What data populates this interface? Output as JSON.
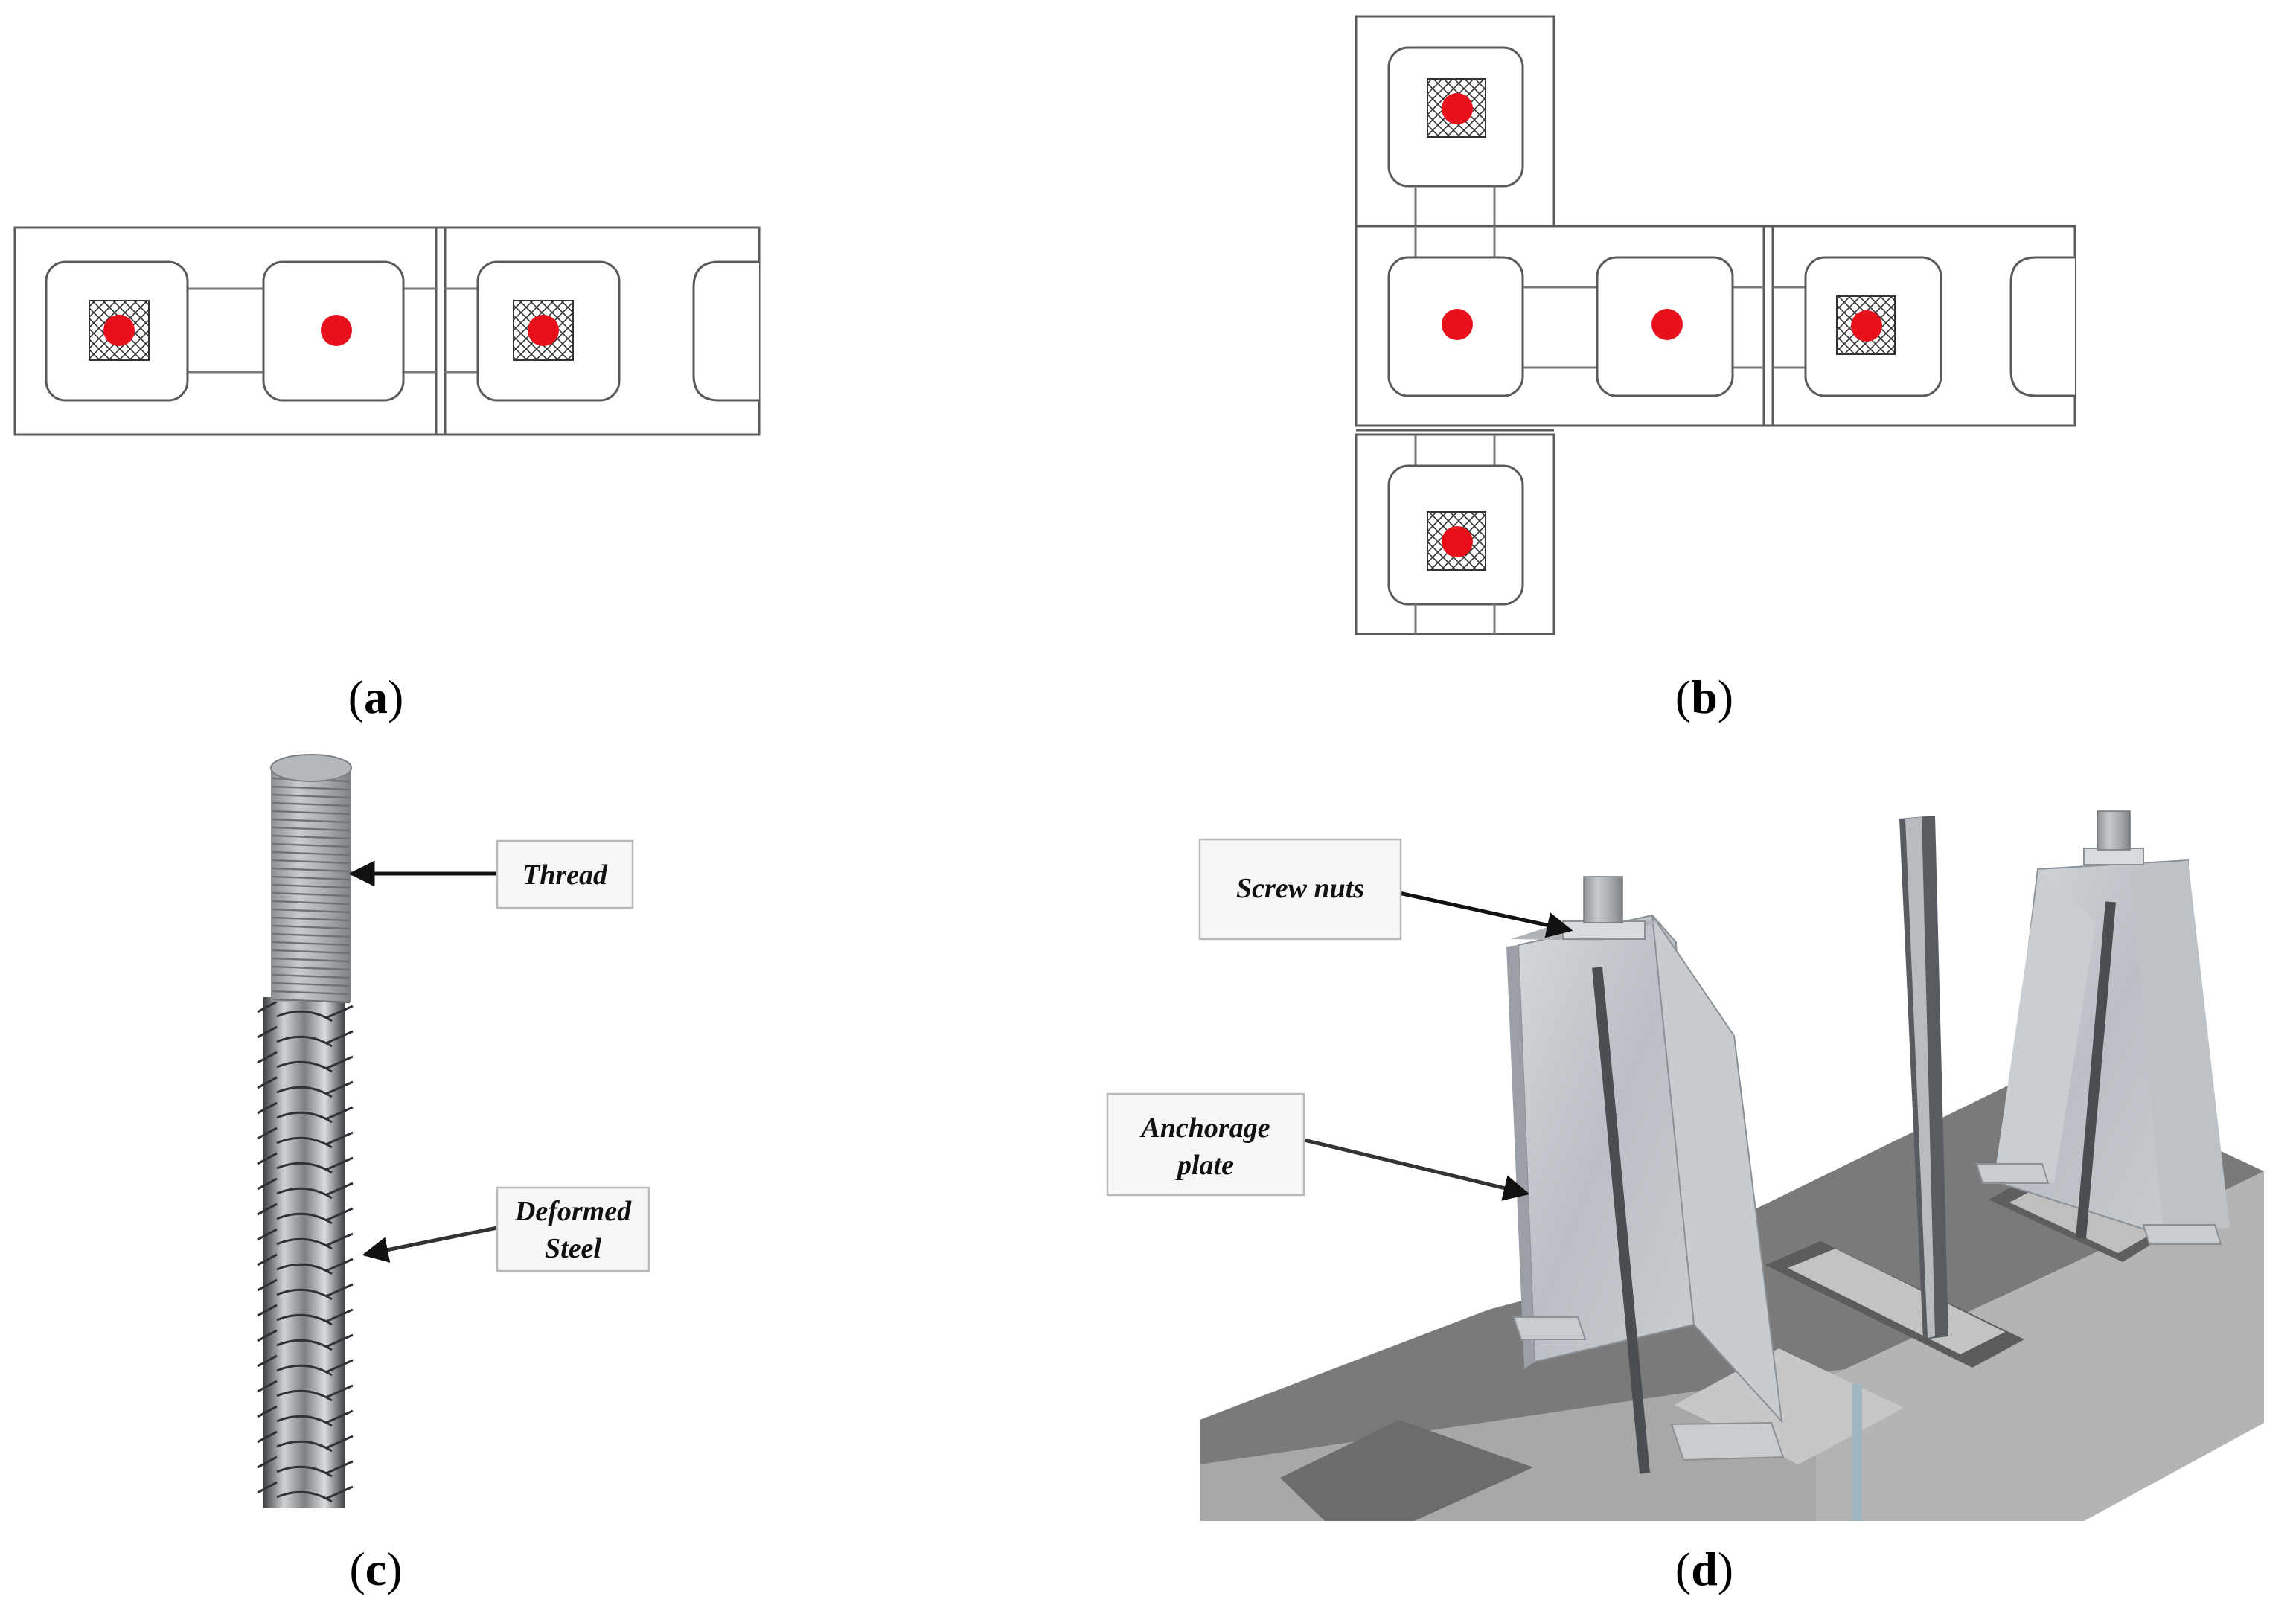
{
  "panels": {
    "a": {
      "label_open": "(",
      "label_letter": "a",
      "label_close": ")"
    },
    "b": {
      "label_open": "(",
      "label_letter": "b",
      "label_close": ")"
    },
    "c": {
      "label_open": "(",
      "label_letter": "c",
      "label_close": ")"
    },
    "d": {
      "label_open": "(",
      "label_letter": "d",
      "label_close": ")"
    }
  },
  "callouts": {
    "thread": "Thread",
    "deformed_steel_line1": "Deformed",
    "deformed_steel_line2": "Steel",
    "screw_nuts": "Screw nuts",
    "anchorage_plate_line1": "Anchorage",
    "anchorage_plate_line2": "plate"
  },
  "colors": {
    "rebar_dot": "#e8101a",
    "outline": "#5a5a5a",
    "steel_light": "#cdd1d4",
    "steel_dark": "#4b4e52",
    "block_top": "#6e6e6e",
    "block_face": "#a7a7a7"
  }
}
